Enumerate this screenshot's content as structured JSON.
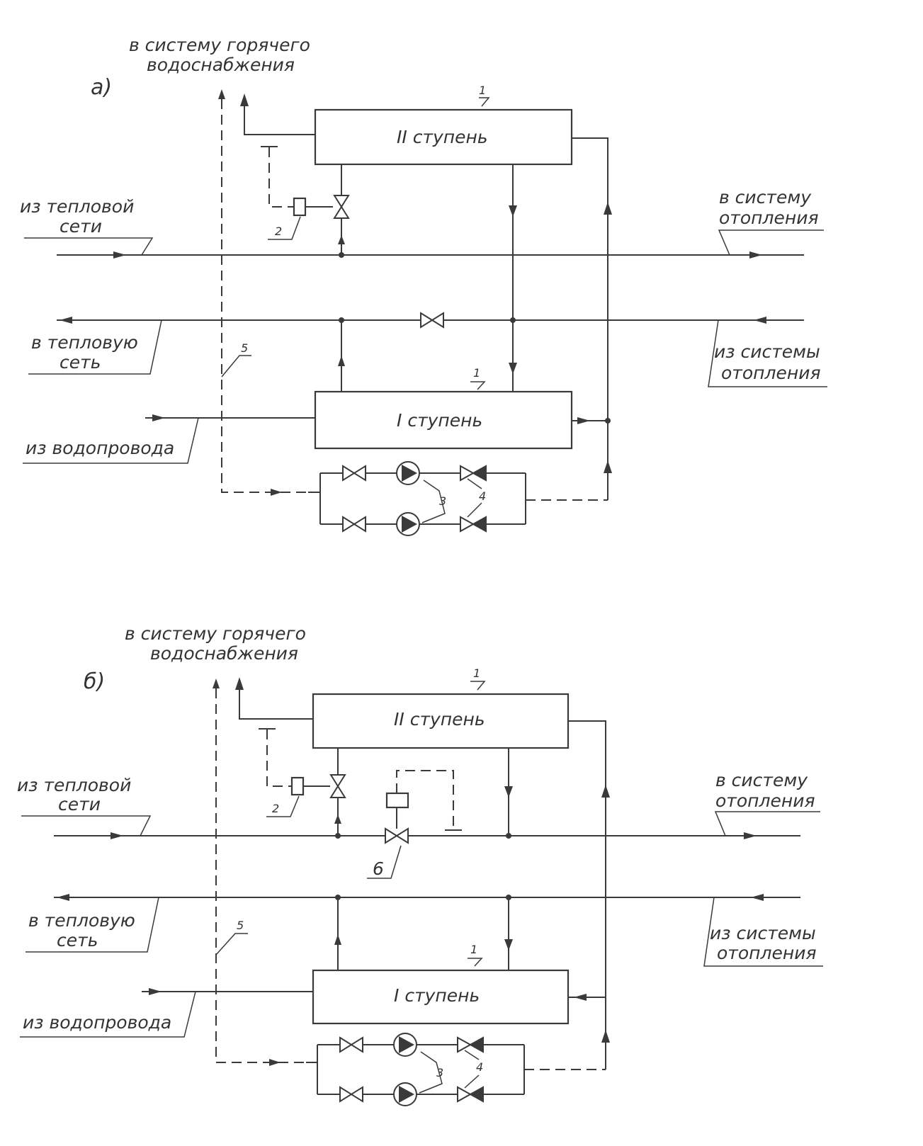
{
  "panels": [
    {
      "id": "a",
      "panel_label": "а)",
      "top_caption": [
        "в систему горячего",
        "водоснабжения"
      ],
      "stage2_label": "II ступень",
      "stage1_label": "I ступень",
      "from_heat_network": [
        "из тепловой",
        "сети"
      ],
      "to_heat_network": [
        "в тепловую",
        "сеть"
      ],
      "to_heating": [
        "в систему",
        "отопления"
      ],
      "from_heating": [
        "из системы",
        "отопления"
      ],
      "from_water_supply": "из водопровода",
      "callouts": {
        "heater_top": "1",
        "heater_bottom": "1",
        "regulator": "2",
        "pump": "3",
        "check_valve": "4",
        "impulse_line": "5"
      }
    },
    {
      "id": "b",
      "panel_label": "б)",
      "top_caption": [
        "в систему горячего",
        "водоснабжения"
      ],
      "stage2_label": "II ступень",
      "stage1_label": "I ступень",
      "from_heat_network": [
        "из тепловой",
        "сети"
      ],
      "to_heat_network": [
        "в тепловую",
        "сеть"
      ],
      "to_heating": [
        "в систему",
        "отопления"
      ],
      "from_heating": [
        "из системы",
        "отопления"
      ],
      "from_water_supply": "из водопровода",
      "callouts": {
        "heater_top": "1",
        "heater_bottom": "1",
        "regulator": "2",
        "pump": "3",
        "check_valve": "4",
        "impulse_line": "5",
        "flow_regulator": "6"
      }
    }
  ],
  "colors": {
    "ink": "#3a3a3a",
    "paper": "#ffffff"
  }
}
